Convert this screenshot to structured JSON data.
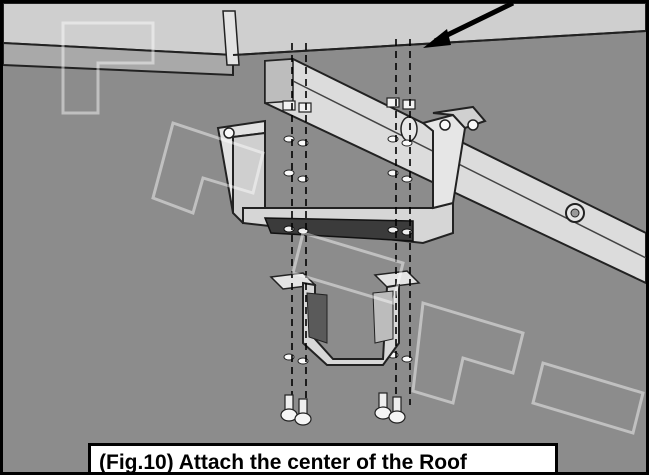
{
  "figure": {
    "caption": "(Fig.10) Attach the center of the Roof",
    "watermark_icon": "preliminary-watermark",
    "arrow_icon": "pointer-arrow"
  },
  "colors": {
    "background_gray": "#8a8a8a",
    "metal_light": "#d9d9d9",
    "metal_mid": "#b5b5b5",
    "metal_dark": "#6e6e6e",
    "gasket": "#3a3a3a",
    "border": "#000000"
  }
}
